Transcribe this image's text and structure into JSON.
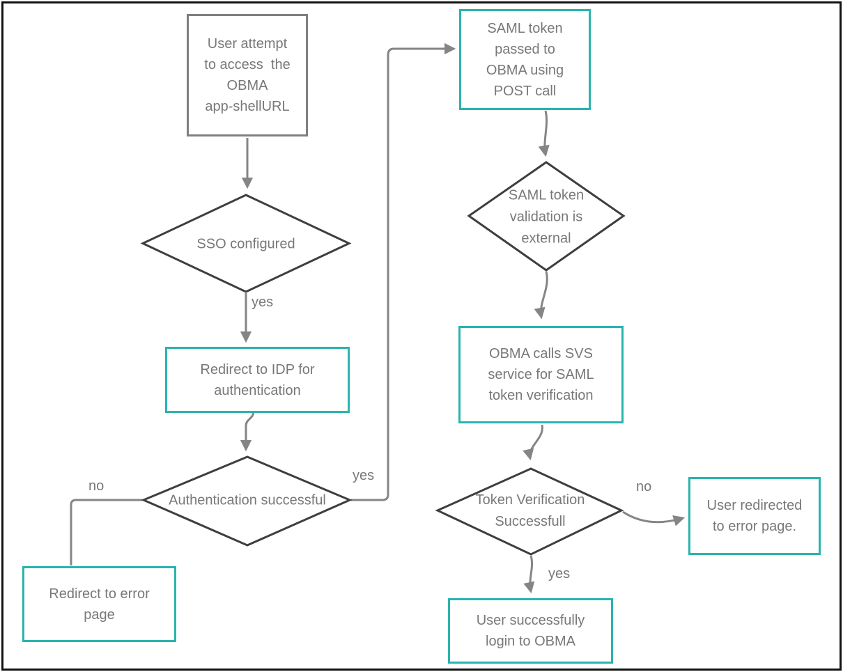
{
  "colors": {
    "accent_teal": "#2AB4AE",
    "gray_box_border": "#7F7F7F",
    "diamond_border": "#3E3E3E",
    "connector_gray": "#858585",
    "text_gray": "#787878",
    "frame_black": "#131313"
  },
  "nodes": {
    "user_attempt": {
      "label": "User attempt\nto access  the\nOBMA\napp-shellURL"
    },
    "saml_token": {
      "label": "SAML token\npassed to\nOBMA using\nPOST call"
    },
    "sso_configured": {
      "label": "SSO configured"
    },
    "redirect_idp": {
      "label": "Redirect to IDP for\nauthentication"
    },
    "auth_successful": {
      "label": "Authentication successful"
    },
    "redirect_error": {
      "label": "Redirect to error\npage"
    },
    "saml_validation": {
      "label": "SAML token\nvalidation is\nexternal"
    },
    "obma_calls": {
      "label": "OBMA calls SVS\nservice for SAML\ntoken verification"
    },
    "token_verification": {
      "label": "Token Verification\nSuccessfull"
    },
    "user_redirected": {
      "label": "User redirected\nto error page."
    },
    "user_login": {
      "label": "User successfully\nlogin to OBMA"
    }
  },
  "edge_labels": {
    "sso_yes": "yes",
    "auth_no": "no",
    "auth_yes": "yes",
    "token_no": "no",
    "token_yes": "yes"
  }
}
